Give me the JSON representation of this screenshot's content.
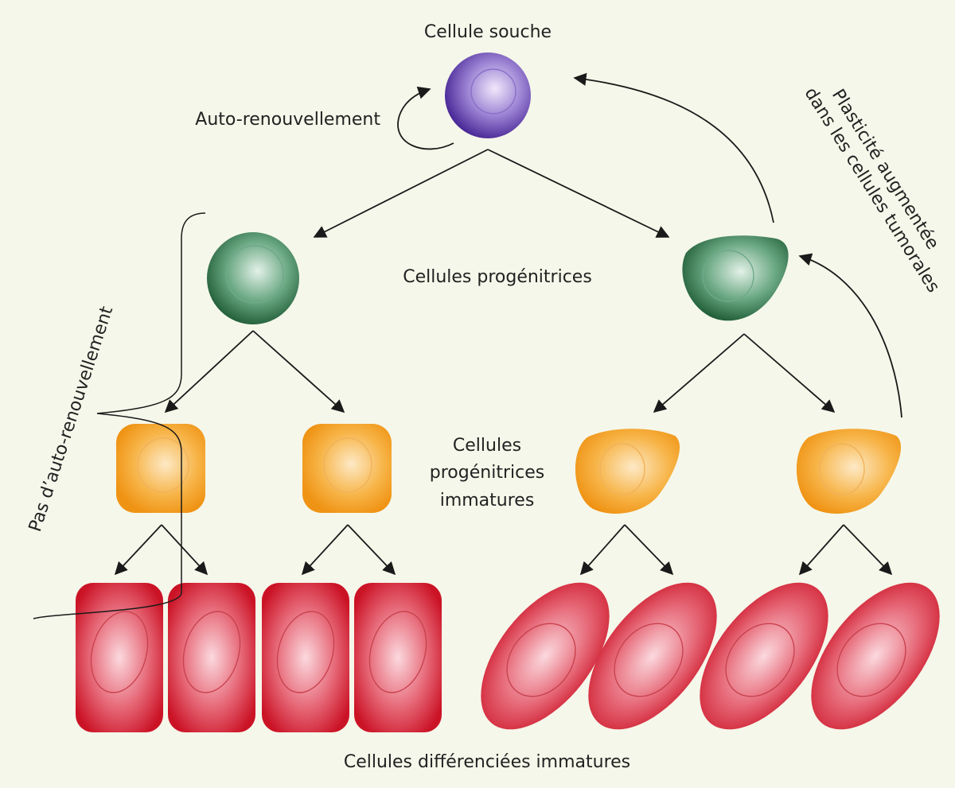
{
  "labels": {
    "stem": "Cellule souche",
    "self_renewal": "Auto-renouvellement",
    "progenitors": "Cellules progénitrices",
    "immature_progenitors_1": "Cellules",
    "immature_progenitors_2": "progénitrices",
    "immature_progenitors_3": "immatures",
    "no_self_renewal": "Pas d’auto-renouvellement",
    "plasticity_1": "Plasticité augmentée",
    "plasticity_2": "dans les cellules tumorales",
    "differentiated": "Cellules différenciées immatures"
  },
  "colors": {
    "background": "#f5f7ea",
    "stem_cell": "#5a3aa8",
    "progenitor": "#2f7a4a",
    "immature_progenitor": "#f29a1a",
    "differentiated": "#d4182c"
  }
}
